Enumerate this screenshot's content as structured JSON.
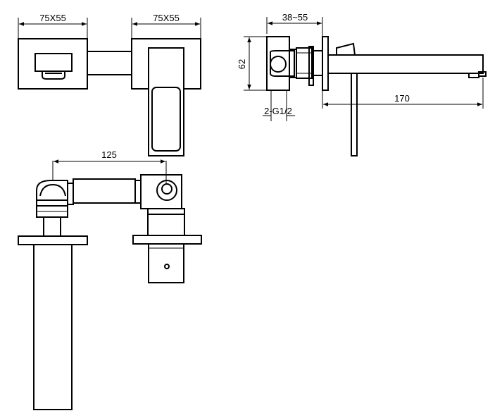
{
  "dimensions": {
    "plate_left": "75X55",
    "plate_right": "75X55",
    "depth_range": "38~55",
    "height": "62",
    "thread": "2-G1/2",
    "spout_length": "170",
    "spacing": "125"
  }
}
